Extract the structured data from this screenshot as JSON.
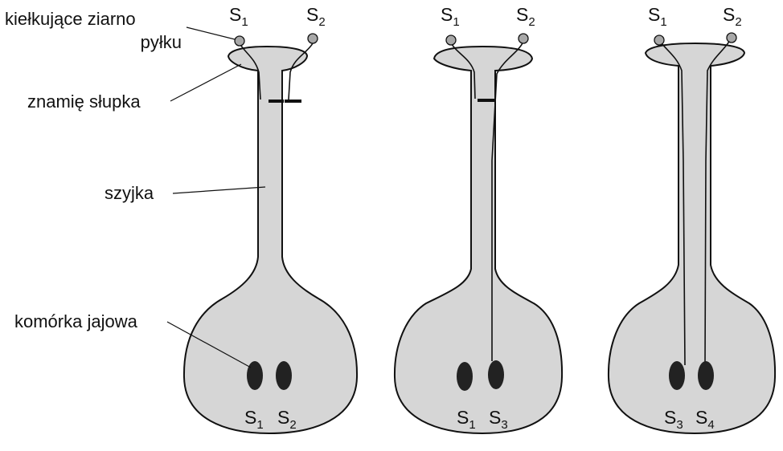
{
  "labels": {
    "pollen": "kiełkujące ziarno pyłku",
    "pollen_line1": "kiełkujące ziarno",
    "pollen_line2": "pyłku",
    "stigma": "znamię słupka",
    "style": "szyjka",
    "egg": "komórka jajowa"
  },
  "pistils": [
    {
      "pollen": [
        {
          "letter": "S",
          "sub": "1"
        },
        {
          "letter": "S",
          "sub": "2"
        }
      ],
      "eggs": [
        {
          "letter": "S",
          "sub": "1"
        },
        {
          "letter": "S",
          "sub": "2"
        }
      ],
      "growth": "both tubes blocked at stigma"
    },
    {
      "pollen": [
        {
          "letter": "S",
          "sub": "1"
        },
        {
          "letter": "S",
          "sub": "2"
        }
      ],
      "eggs": [
        {
          "letter": "S",
          "sub": "1"
        },
        {
          "letter": "S",
          "sub": "3"
        }
      ],
      "growth": "S1 tube blocked, S2 tube reaches ovule"
    },
    {
      "pollen": [
        {
          "letter": "S",
          "sub": "1"
        },
        {
          "letter": "S",
          "sub": "2"
        }
      ],
      "eggs": [
        {
          "letter": "S",
          "sub": "3"
        },
        {
          "letter": "S",
          "sub": "4"
        }
      ],
      "growth": "both tubes reach ovules"
    }
  ],
  "colors": {
    "pistil_fill": "#d6d6d6",
    "outline": "#111111",
    "egg": "#222222",
    "pollen_grain": "#a8a8a8"
  }
}
